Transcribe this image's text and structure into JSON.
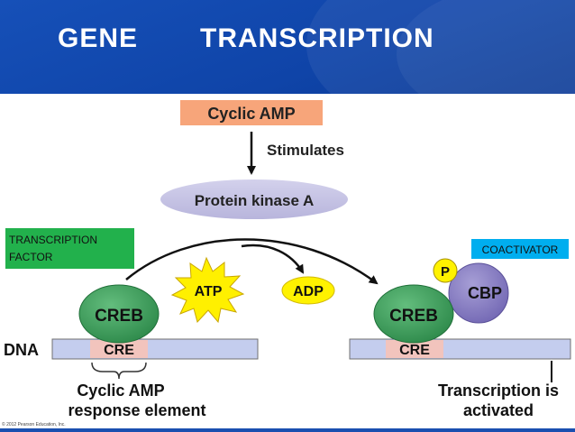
{
  "header": {
    "word1": "GENE",
    "word2": "TRANSCRIPTION"
  },
  "diagram": {
    "cyclic_amp": "Cyclic AMP",
    "stimulates": "Stimulates",
    "protein_kinase_a": "Protein kinase A",
    "transcription_factor_line1": "TRANSCRIPTION",
    "transcription_factor_line2": "FACTOR",
    "coactivator": "COACTIVATOR",
    "atp": "ATP",
    "adp": "ADP",
    "phosphate": "P",
    "cbp": "CBP",
    "creb_left": "CREB",
    "creb_right": "CREB",
    "dna": "DNA",
    "cre_left": "CRE",
    "cre_right": "CRE",
    "response_line1": "Cyclic AMP",
    "response_line2": "response element",
    "activated_line1": "Transcription is",
    "activated_line2": "activated"
  },
  "footer": {
    "copyright": "© 2012 Pearson Education, Inc."
  },
  "colors": {
    "header_blue": "#1650b8",
    "cyclic_amp_box": "#f7a57a",
    "kinase_oval": "#c5c3e3",
    "creb_green": "#3f9a59",
    "dna_band": "#c4cdee",
    "cre_box": "#f2c4bd",
    "atp_yellow": "#fff000",
    "adp_yellow": "#fff200",
    "phosphate_yellow": "#fff200",
    "cbp_purple": "#8b82c4",
    "label_green": "#22b14c",
    "label_blue": "#00aeef"
  }
}
